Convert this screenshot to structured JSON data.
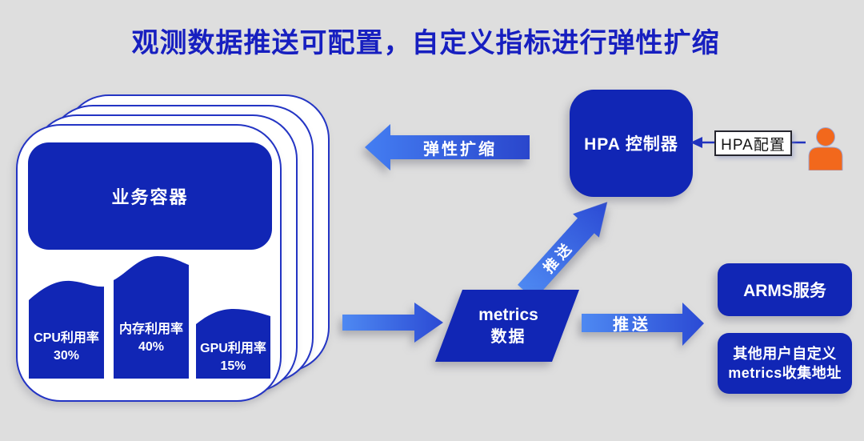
{
  "title": "观测数据推送可配置，自定义指标进行弹性扩缩",
  "cluster": {
    "container_label": "业务容器",
    "metrics_bars": [
      {
        "label": "CPU利用率",
        "value": "30%"
      },
      {
        "label": "内存利用率",
        "value": "40%"
      },
      {
        "label": "GPU利用率",
        "value": "15%"
      }
    ]
  },
  "metrics_node": {
    "line1": "metrics",
    "line2": "数据"
  },
  "arrows": {
    "elastic_label": "弹性扩缩",
    "push_to_hpa_label": "推送",
    "push_to_sinks_label": "推送"
  },
  "hpa": {
    "controller_label": "HPA 控制器",
    "config_label": "HPA配置"
  },
  "sinks": {
    "arms_label": "ARMS服务",
    "custom_line1": "其他用户自定义",
    "custom_line2": "metrics收集地址"
  },
  "icons": {
    "person": "person-icon"
  },
  "colors": {
    "background": "#dedede",
    "primary_blue": "#1126b5",
    "title_blue": "#171fc0",
    "card_border_blue": "#2334c4",
    "arrow_light": "#4e89f2",
    "arrow_dark": "#2b4ad4",
    "config_line_blue": "#2133be",
    "person_orange": "#f2681c"
  }
}
